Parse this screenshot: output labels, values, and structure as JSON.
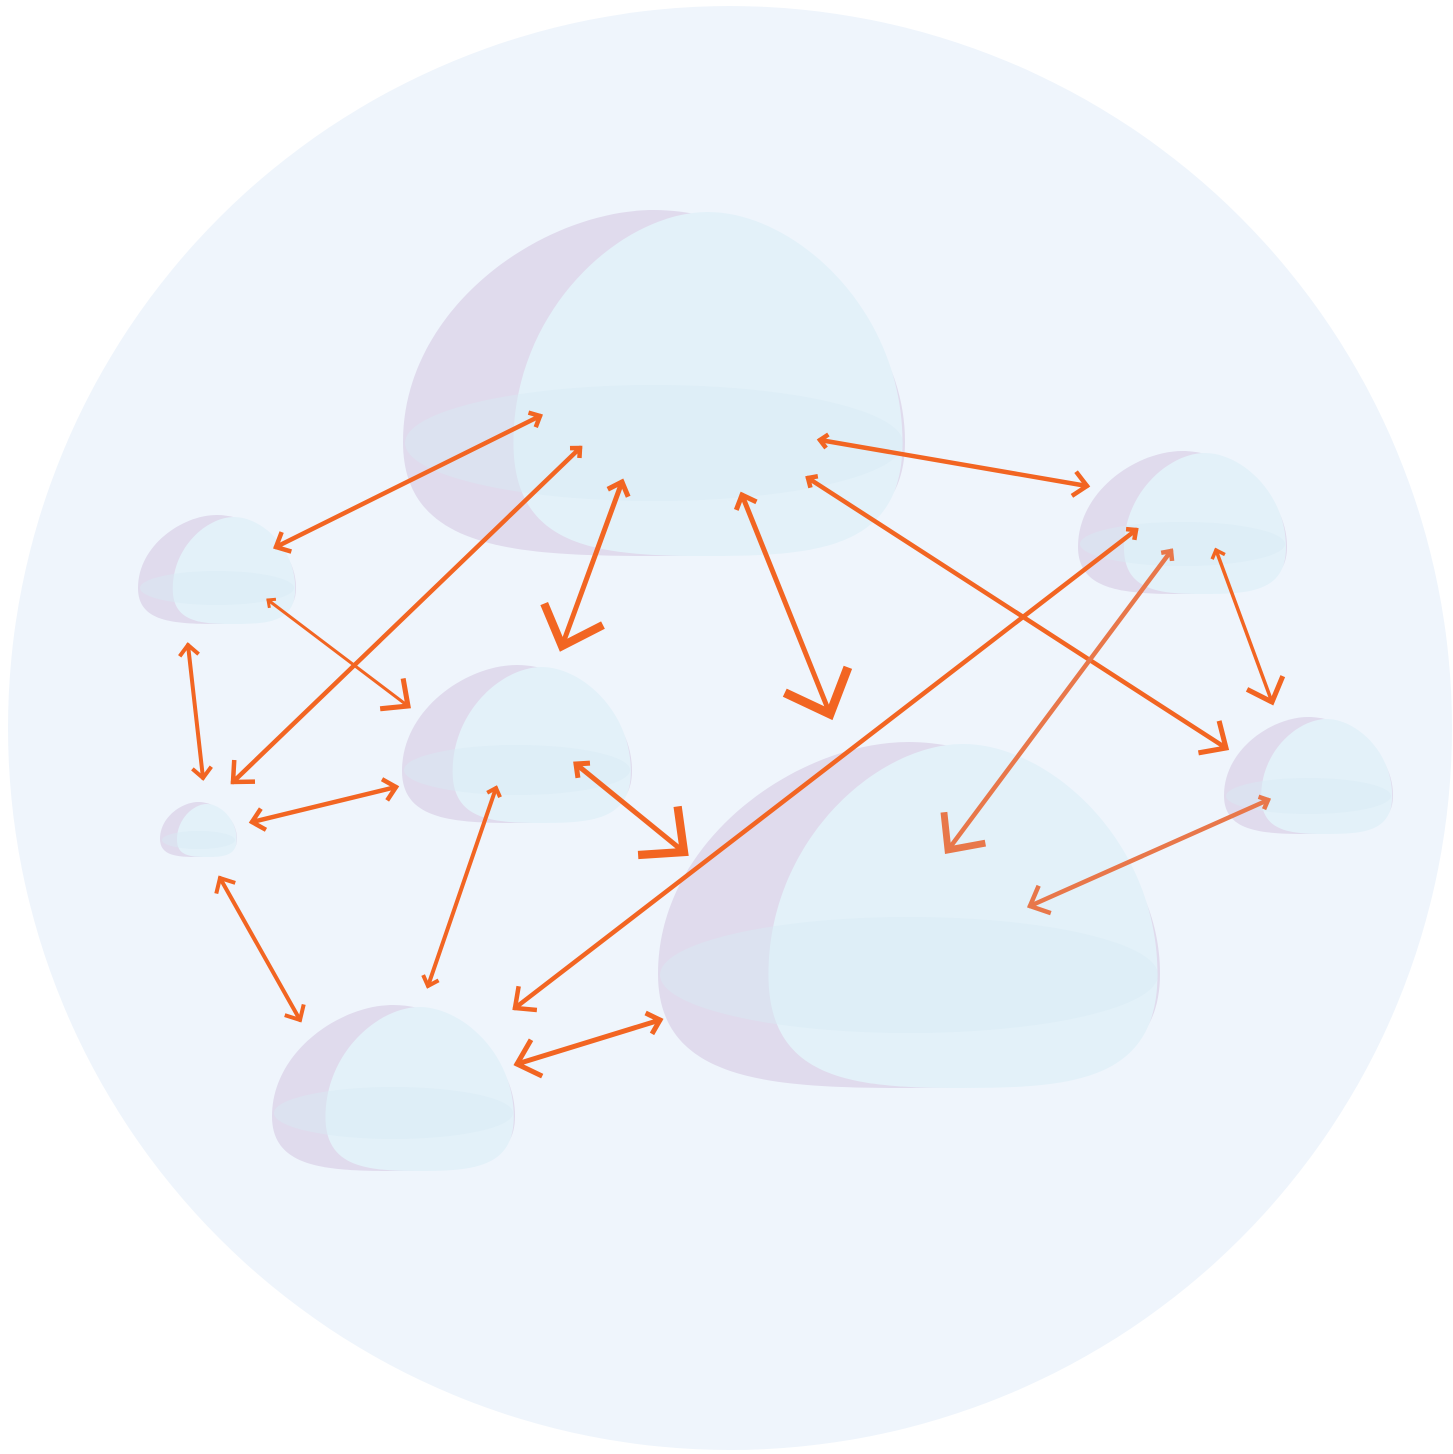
{
  "colors": {
    "page_background": "#ffffff",
    "circle_fill": "#eff5fc",
    "dome_lit": "#e3f1f9",
    "dome_shadow": "#ded9ec",
    "dome_base": "#d8ecf4",
    "arrow": "#f26522",
    "arrow_faded": "#e8774a"
  },
  "diagram": {
    "node_icon": "dome-shape",
    "edge_icon": "double-headed-arrow",
    "nodes": [
      {
        "id": "large-top-dome",
        "size": "large"
      },
      {
        "id": "large-bottom-right-dome",
        "size": "large"
      },
      {
        "id": "medium-center-dome",
        "size": "medium"
      },
      {
        "id": "medium-bottom-left-dome",
        "size": "medium"
      },
      {
        "id": "medium-right-dome",
        "size": "medium"
      },
      {
        "id": "small-left-dome",
        "size": "small"
      },
      {
        "id": "small-far-right-dome",
        "size": "small"
      },
      {
        "id": "tiny-left-dome",
        "size": "tiny"
      }
    ],
    "edges": [
      {
        "from": "large-top-dome",
        "to": "small-left-dome"
      },
      {
        "from": "large-top-dome",
        "to": "tiny-left-dome"
      },
      {
        "from": "large-top-dome",
        "to": "medium-center-dome"
      },
      {
        "from": "large-top-dome",
        "to": "large-bottom-right-dome"
      },
      {
        "from": "large-top-dome",
        "to": "medium-right-dome"
      },
      {
        "from": "large-top-dome",
        "to": "small-far-right-dome"
      },
      {
        "from": "small-left-dome",
        "to": "medium-center-dome"
      },
      {
        "from": "small-left-dome",
        "to": "tiny-left-dome"
      },
      {
        "from": "tiny-left-dome",
        "to": "medium-center-dome"
      },
      {
        "from": "tiny-left-dome",
        "to": "medium-bottom-left-dome"
      },
      {
        "from": "medium-center-dome",
        "to": "large-bottom-right-dome"
      },
      {
        "from": "medium-center-dome",
        "to": "medium-bottom-left-dome"
      },
      {
        "from": "medium-right-dome",
        "to": "medium-bottom-left-dome"
      },
      {
        "from": "medium-right-dome",
        "to": "large-bottom-right-dome"
      },
      {
        "from": "medium-right-dome",
        "to": "small-far-right-dome"
      },
      {
        "from": "small-far-right-dome",
        "to": "large-bottom-right-dome"
      },
      {
        "from": "medium-bottom-left-dome",
        "to": "large-bottom-right-dome"
      }
    ]
  }
}
